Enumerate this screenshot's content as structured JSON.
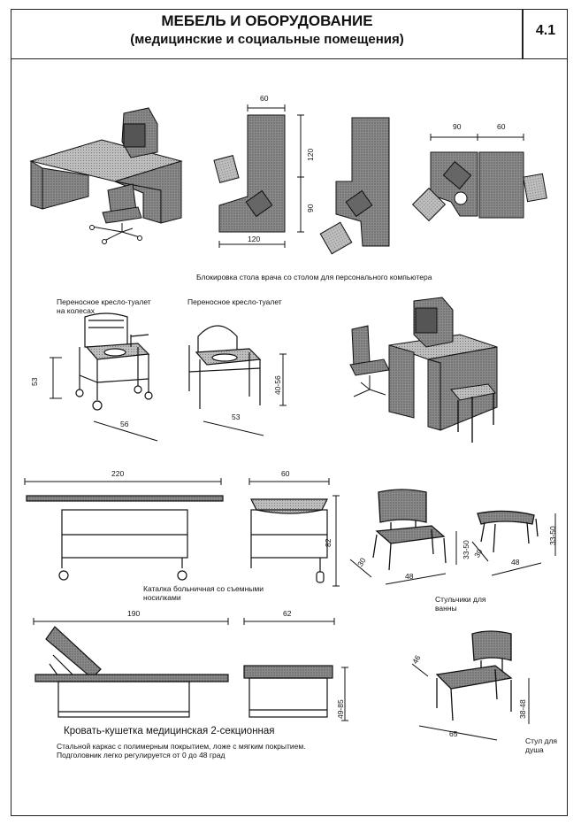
{
  "header": {
    "title": "МЕБЕЛЬ И ОБОРУДОВАНИЕ",
    "subtitle": "(медицинские и социальные помещения)",
    "page_number": "4.1"
  },
  "captions": {
    "desk_block": "Блокировка стола врача со столом для персонального компьютера",
    "commode_wheels_l1": "Переносное кресло-туалет",
    "commode_wheels_l2": "на колесах",
    "commode_portable": "Переносное кресло-туалет",
    "gurney_l1": "Каталка больничная со съемными",
    "gurney_l2": "носилками",
    "bath_stools_l1": "Стульчики для",
    "bath_stools_l2": "ванны",
    "couch_title": "Кровать-кушетка медицинская 2-секционная",
    "couch_desc_l1": "Стальной каркас с полимерным покрытием, ложе с мягким покрытием.",
    "couch_desc_l2": "Подголовник легко регулируется от 0 до 48 град",
    "shower_l1": "Стул для",
    "shower_l2": "душа"
  },
  "dimensions": {
    "desk_w60": "60",
    "desk_h120": "120",
    "desk_h90": "90",
    "desk_w120": "120",
    "desk_r90": "90",
    "desk_r60": "60",
    "commode1_h": "53",
    "commode1_w": "56",
    "commode2_h": "40-56",
    "commode2_w": "53",
    "gurney_len": "220",
    "gurney_w": "60",
    "gurney_h": "82",
    "stool1_d": "30",
    "stool1_w": "48",
    "stool1_h": "33-50",
    "stool2_d": "30",
    "stool2_w": "48",
    "stool2_h": "33-50",
    "couch_len": "190",
    "couch_w": "62",
    "couch_h": "49-85",
    "shower_d": "46",
    "shower_w": "65",
    "shower_h": "38-48"
  }
}
